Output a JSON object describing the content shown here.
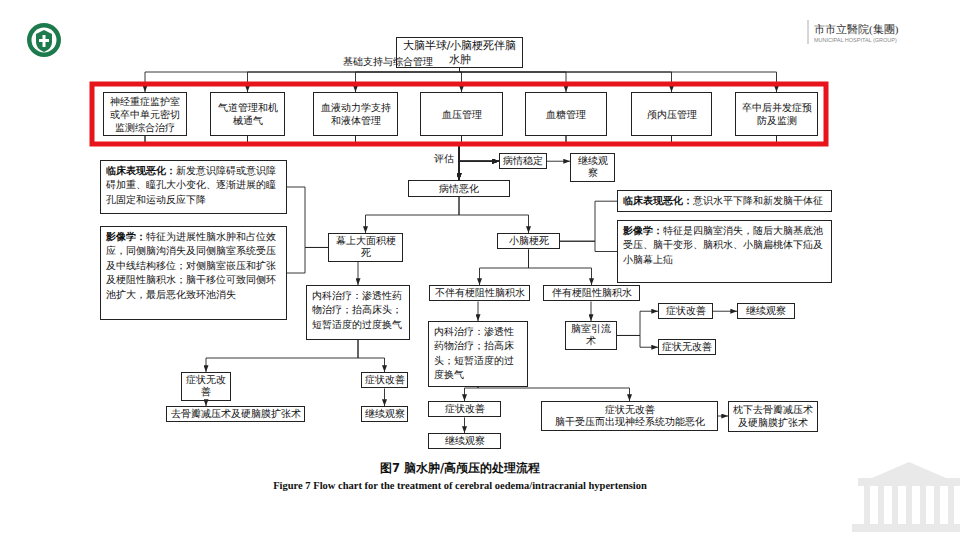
{
  "diagram": {
    "caption": "图7 脑水肿/高颅压的处理流程",
    "nodes": [
      {
        "text": [
          "大脑半球/小脑梗死伴脑水肿"
        ]
      },
      {
        "text": [
          "神经重症监护室或卒中单元密切监测综合治疗"
        ]
      },
      {
        "text": [
          "气道管理和机械通气"
        ]
      },
      {
        "text": [
          "血液动力学支持和液体管理"
        ]
      },
      {
        "text": [
          "血压管理"
        ]
      },
      {
        "text": [
          "血糖管理"
        ]
      },
      {
        "text": [
          "颅内压管理"
        ]
      },
      {
        "text": [
          "卒中后并发症预防及监测"
        ]
      },
      {
        "text": [
          "病情稳定"
        ]
      },
      {
        "text": [
          "继续观察"
        ]
      },
      {
        "text": [
          "病情恶化"
        ]
      },
      {
        "text": [
          "临床表现恶化：",
          "新发意识障碍或意识障碍加重、瞳孔大小变化、逐渐进展的瞳孔固定和运动反应下降"
        ]
      },
      {
        "text": [
          "影像学：",
          "特征为进展性脑水肿和占位效应，同侧脑沟消失及同侧脑室系统受压及中线结构移位；对侧脑室嵌压和扩张及梗阻性脑积水；脑干移位可致同侧环池扩大，最后恶化致环池消失"
        ]
      },
      {
        "text": [
          "幕上大面积梗死"
        ]
      },
      {
        "text": [
          "小脑梗死"
        ]
      },
      {
        "text": [
          "临床表现恶化：",
          "意识水平下降和新发脑干体征"
        ]
      },
      {
        "text": [
          "影像学：",
          "特征是四脑室消失，随后大脑基底池受压、脑干变形、脑积水、小脑扁桃体下疝及小脑幕上疝"
        ]
      },
      {
        "text": [
          "内科治疗：渗透性药物治疗；抬高床头；短暂适度的过度换气"
        ]
      },
      {
        "text": [
          "不伴有梗阻性脑积水"
        ]
      },
      {
        "text": [
          "伴有梗阻性脑积水"
        ]
      },
      {
        "text": [
          "脑室引流术"
        ]
      },
      {
        "text": [
          "症状改善"
        ]
      },
      {
        "text": [
          "继续观察"
        ]
      },
      {
        "text": [
          "症状无改善"
        ]
      },
      {
        "text": [
          "内科治疗：渗透性药物治疗；抬高床头；短暂适度的过度换气"
        ]
      },
      {
        "text": [
          "症状无改善"
        ]
      },
      {
        "text": [
          "症状改善"
        ]
      },
      {
        "text": [
          "去骨瓣减压术及硬脑膜扩张术"
        ]
      },
      {
        "text": [
          "继续观察"
        ]
      },
      {
        "text": [
          "症状改善"
        ]
      },
      {
        "text": [
          "症状无改善",
          "脑干受压而出现神经系统功能恶化"
        ]
      },
      {
        "text": [
          "枕下去骨瓣减压术及硬脑膜扩张术"
        ]
      },
      {
        "text": [
          "继续观察"
        ]
      }
    ],
    "edges": [
      {
        "from": 0,
        "to": 1,
        "arrow": "to"
      },
      {
        "from": 0,
        "to": 2,
        "arrow": "to"
      },
      {
        "from": 0,
        "to": 3,
        "arrow": "to"
      },
      {
        "from": 0,
        "to": 4,
        "arrow": "to"
      },
      {
        "from": 0,
        "to": 5,
        "arrow": "to"
      },
      {
        "from": 0,
        "to": 6,
        "arrow": "to"
      },
      {
        "from": 0,
        "to": 7,
        "arrow": "to"
      },
      {
        "from": 1,
        "to": 10,
        "arrow": "to"
      },
      {
        "from": 2,
        "to": 10,
        "arrow": "to"
      },
      {
        "from": 3,
        "to": 10,
        "arrow": "to"
      },
      {
        "from": 4,
        "to": 10,
        "arrow": "to"
      },
      {
        "from": 5,
        "to": 10,
        "arrow": "to"
      },
      {
        "from": 6,
        "to": 10,
        "arrow": "to"
      },
      {
        "from": 7,
        "to": 10,
        "arrow": "to"
      },
      {
        "from": 1,
        "to": 8,
        "arrow": "to"
      },
      {
        "from": 2,
        "to": 8,
        "arrow": "to"
      },
      {
        "from": 3,
        "to": 8,
        "arrow": "to"
      },
      {
        "from": 4,
        "to": 8,
        "arrow": "to"
      },
      {
        "from": 5,
        "to": 8,
        "arrow": "to"
      },
      {
        "from": 6,
        "to": 8,
        "arrow": "to"
      },
      {
        "from": 7,
        "to": 8,
        "arrow": "to"
      },
      {
        "from": 8,
        "to": 9,
        "arrow": "to"
      },
      {
        "from": 10,
        "to": 13,
        "arrow": "to"
      },
      {
        "from": 10,
        "to": 14,
        "arrow": "to"
      },
      {
        "from": 13,
        "to": 11,
        "arrow": "none"
      },
      {
        "from": 13,
        "to": 12,
        "arrow": "none"
      },
      {
        "from": 14,
        "to": 15,
        "arrow": "none"
      },
      {
        "from": 14,
        "to": 16,
        "arrow": "none"
      },
      {
        "from": 13,
        "to": 17,
        "arrow": "to"
      },
      {
        "from": 17,
        "to": 25,
        "arrow": "to"
      },
      {
        "from": 17,
        "to": 26,
        "arrow": "to"
      },
      {
        "from": 25,
        "to": 27,
        "arrow": "to"
      },
      {
        "from": 26,
        "to": 28,
        "arrow": "to"
      },
      {
        "from": 14,
        "to": 18,
        "arrow": "to"
      },
      {
        "from": 14,
        "to": 19,
        "arrow": "to"
      },
      {
        "from": 18,
        "to": 24,
        "arrow": "to"
      },
      {
        "from": 19,
        "to": 20,
        "arrow": "to"
      },
      {
        "from": 20,
        "to": 21,
        "arrow": "to"
      },
      {
        "from": 20,
        "to": 23,
        "arrow": "to"
      },
      {
        "from": 21,
        "to": 22,
        "arrow": "to"
      },
      {
        "from": 24,
        "to": 29,
        "arrow": "to"
      },
      {
        "from": 24,
        "to": 30,
        "arrow": "to"
      },
      {
        "from": 29,
        "to": 32,
        "arrow": "to"
      },
      {
        "from": 30,
        "to": 31,
        "arrow": "to"
      }
    ],
    "labels": [
      "基础支持与综合管理",
      "评估",
      "Figure 7 Flow chart for the treatment of cerebral oedema/intracranial hypertension",
      "市市立醫院(集團)",
      "MUNICIPAL HOSPITAL (GROUP)"
    ]
  }
}
